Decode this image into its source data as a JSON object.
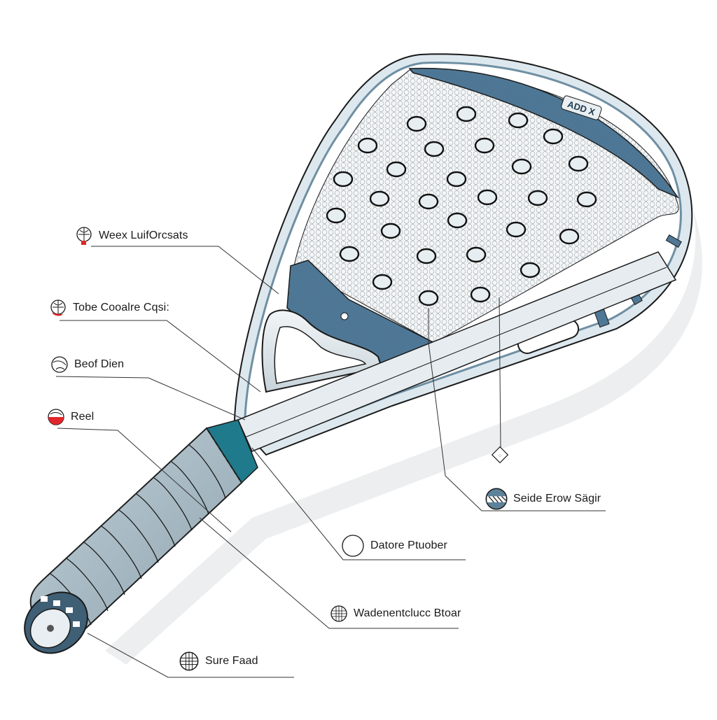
{
  "diagram": {
    "subject": "Padel racket exploded-label diagram",
    "colors": {
      "frame_blue": "#8fb0c2",
      "frame_light": "#dde8ee",
      "accent_teal": "#1f7a8c",
      "panel_blue": "#4f7896",
      "grip_grey": "#a9bcc6",
      "grip_dark": "#3f5f75",
      "ink": "#1a1a1a",
      "red_marker": "#e0262a",
      "surface": "#f4f6f7"
    },
    "logo_text": "ADD X",
    "callouts": [
      {
        "id": "weex",
        "label": "Weex LuifOrcsats",
        "icon": "globe-red-marker-icon",
        "side": "left"
      },
      {
        "id": "toe",
        "label": "Tobe Cooalre Cqsi:",
        "icon": "globe-red-marker-icon",
        "side": "left"
      },
      {
        "id": "beof",
        "label": "Beof Dien",
        "icon": "ball-outline-icon",
        "side": "left"
      },
      {
        "id": "seel",
        "label": "Reel",
        "icon": "ball-red-icon",
        "side": "left"
      },
      {
        "id": "seide",
        "label": "Seide Erow Sägir",
        "icon": "striped-circle-icon",
        "side": "right"
      },
      {
        "id": "datore",
        "label": "Datore Ptuober",
        "icon": "empty-circle-icon",
        "side": "right"
      },
      {
        "id": "wadenent",
        "label": "Wadenentclucc Btoar",
        "icon": "grid-globe-icon",
        "side": "right"
      },
      {
        "id": "sure",
        "label": "Sure Faad",
        "icon": "grid-globe-icon",
        "side": "bottom"
      }
    ],
    "marker_icon": "diamond-marker-icon"
  }
}
